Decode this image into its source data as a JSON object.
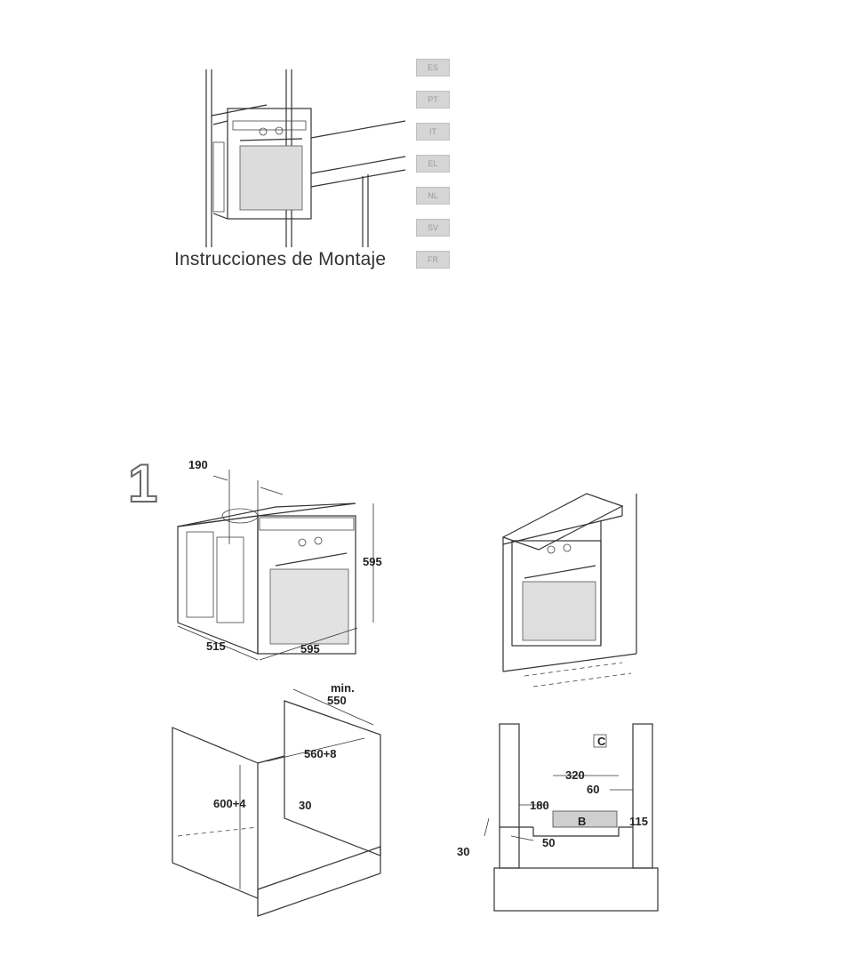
{
  "title": "Instrucciones de Montaje",
  "languages": [
    "ES",
    "PT",
    "IT",
    "EL",
    "NL",
    "SV",
    "FR"
  ],
  "figure_number": "1",
  "diagram": {
    "oven": {
      "depth": "190",
      "height": "595",
      "width": "595",
      "body_depth": "515"
    },
    "cabinet": {
      "min_label": "min.",
      "min_depth": "550",
      "inner_width": "560+8",
      "inner_height": "600+4",
      "panel": "30"
    },
    "base": {
      "width_320": "320",
      "offset_60": "60",
      "offset_180": "180",
      "height_115": "115",
      "label_b": "B",
      "label_c": "C",
      "gap_50": "50",
      "gap_30": "30"
    }
  }
}
